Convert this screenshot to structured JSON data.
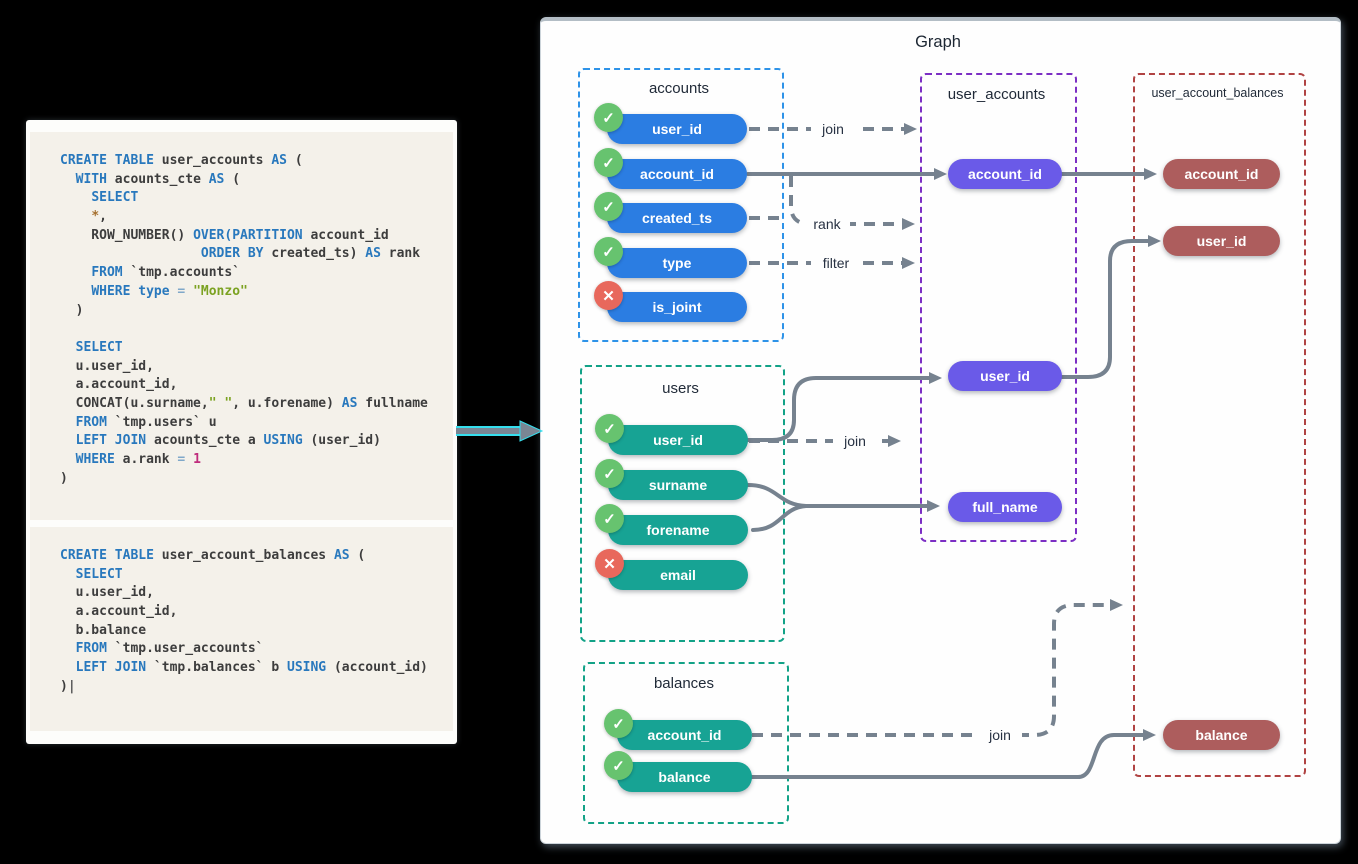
{
  "graph": {
    "title": "Graph",
    "tables": [
      {
        "id": "accounts",
        "title": "accounts",
        "columns": [
          {
            "label": "user_id",
            "status": "included"
          },
          {
            "label": "account_id",
            "status": "included"
          },
          {
            "label": "created_ts",
            "status": "included"
          },
          {
            "label": "type",
            "status": "included"
          },
          {
            "label": "is_joint",
            "status": "excluded"
          }
        ]
      },
      {
        "id": "users",
        "title": "users",
        "columns": [
          {
            "label": "user_id",
            "status": "included"
          },
          {
            "label": "surname",
            "status": "included"
          },
          {
            "label": "forename",
            "status": "included"
          },
          {
            "label": "email",
            "status": "excluded"
          }
        ]
      },
      {
        "id": "balances",
        "title": "balances",
        "columns": [
          {
            "label": "account_id",
            "status": "included"
          },
          {
            "label": "balance",
            "status": "included"
          }
        ]
      },
      {
        "id": "user_accounts",
        "title": "user_accounts",
        "columns": [
          {
            "label": "account_id"
          },
          {
            "label": "user_id"
          },
          {
            "label": "full_name"
          }
        ]
      },
      {
        "id": "user_account_balances",
        "title": "user_account_balances",
        "columns": [
          {
            "label": "account_id"
          },
          {
            "label": "user_id"
          },
          {
            "label": "balance"
          }
        ]
      }
    ],
    "edges": [
      {
        "from": "accounts.user_id",
        "to": "user_accounts",
        "label": "join",
        "style": "dashed"
      },
      {
        "from": "accounts.account_id",
        "to": "user_accounts.account_id",
        "style": "solid"
      },
      {
        "from": "accounts.created_ts",
        "to": "user_accounts",
        "label": "rank",
        "style": "dashed"
      },
      {
        "from": "accounts.type",
        "to": "user_accounts",
        "label": "filter",
        "style": "dashed"
      },
      {
        "from": "users.user_id",
        "to": "user_accounts.user_id",
        "style": "solid"
      },
      {
        "from": "users.user_id",
        "to": "user_accounts",
        "label": "join",
        "style": "dashed"
      },
      {
        "from": "users.surname",
        "to": "user_accounts.full_name",
        "style": "solid"
      },
      {
        "from": "users.forename",
        "to": "user_accounts.full_name",
        "style": "solid"
      },
      {
        "from": "user_accounts.account_id",
        "to": "user_account_balances.account_id",
        "style": "solid"
      },
      {
        "from": "user_accounts.user_id",
        "to": "user_account_balances.user_id",
        "style": "solid"
      },
      {
        "from": "balances.account_id",
        "to": "user_account_balances",
        "label": "join",
        "style": "dashed"
      },
      {
        "from": "balances.balance",
        "to": "user_account_balances.balance",
        "style": "solid"
      }
    ],
    "colors": {
      "accounts_border": "#2e93e8",
      "accounts_pill": "#2b7de2",
      "users_border": "#12a287",
      "users_pill": "#17a394",
      "purple_border": "#7c2fc4",
      "purple_pill": "#6a5ae8",
      "maroon_border": "#b04343",
      "maroon_pill": "#ad5d5d",
      "included_badge": "#67c36f",
      "excluded_badge": "#e8685c",
      "connector": "#76828f"
    },
    "status_icons": {
      "included": "check-icon",
      "excluded": "cross-icon"
    },
    "status_glyphs": {
      "included": "✓",
      "excluded": "✕"
    }
  },
  "sql": {
    "blocks": [
      {
        "lines": [
          [
            {
              "c": "kw",
              "t": "CREATE TABLE "
            },
            {
              "c": "id",
              "t": "user_accounts "
            },
            {
              "c": "kw",
              "t": "AS "
            },
            {
              "c": "id",
              "t": "("
            }
          ],
          [
            {
              "c": "id",
              "t": "  "
            },
            {
              "c": "kw",
              "t": "WITH "
            },
            {
              "c": "id",
              "t": "acounts_cte "
            },
            {
              "c": "kw",
              "t": "AS "
            },
            {
              "c": "id",
              "t": "("
            }
          ],
          [
            {
              "c": "id",
              "t": "    "
            },
            {
              "c": "kw",
              "t": "SELECT"
            }
          ],
          [
            {
              "c": "id",
              "t": "    "
            },
            {
              "c": "star",
              "t": "*"
            },
            {
              "c": "id",
              "t": ","
            }
          ],
          [
            {
              "c": "id",
              "t": "    ROW_NUMBER() "
            },
            {
              "c": "kw",
              "t": "OVER(PARTITION "
            },
            {
              "c": "id",
              "t": "account_id"
            }
          ],
          [
            {
              "c": "id",
              "t": "                  "
            },
            {
              "c": "kw",
              "t": "ORDER BY "
            },
            {
              "c": "id",
              "t": "created_ts) "
            },
            {
              "c": "kw",
              "t": "AS "
            },
            {
              "c": "id",
              "t": "rank"
            }
          ],
          [
            {
              "c": "id",
              "t": "    "
            },
            {
              "c": "kw",
              "t": "FROM "
            },
            {
              "c": "id",
              "t": "`tmp.accounts`"
            }
          ],
          [
            {
              "c": "id",
              "t": "    "
            },
            {
              "c": "kw",
              "t": "WHERE type "
            },
            {
              "c": "op",
              "t": "= "
            },
            {
              "c": "str",
              "t": "\"Monzo\""
            }
          ],
          [
            {
              "c": "id",
              "t": "  )"
            }
          ],
          [],
          [
            {
              "c": "id",
              "t": "  "
            },
            {
              "c": "kw",
              "t": "SELECT"
            }
          ],
          [
            {
              "c": "id",
              "t": "  u.user_id,"
            }
          ],
          [
            {
              "c": "id",
              "t": "  a.account_id,"
            }
          ],
          [
            {
              "c": "id",
              "t": "  CONCAT(u.surname,"
            },
            {
              "c": "str",
              "t": "\" \""
            },
            {
              "c": "id",
              "t": ", u.forename) "
            },
            {
              "c": "kw",
              "t": "AS "
            },
            {
              "c": "id",
              "t": "fullname"
            }
          ],
          [
            {
              "c": "id",
              "t": "  "
            },
            {
              "c": "kw",
              "t": "FROM "
            },
            {
              "c": "id",
              "t": "`tmp.users` u"
            }
          ],
          [
            {
              "c": "id",
              "t": "  "
            },
            {
              "c": "kw",
              "t": "LEFT JOIN "
            },
            {
              "c": "id",
              "t": "acounts_cte a "
            },
            {
              "c": "kw",
              "t": "USING "
            },
            {
              "c": "id",
              "t": "(user_id)"
            }
          ],
          [
            {
              "c": "id",
              "t": "  "
            },
            {
              "c": "kw",
              "t": "WHERE "
            },
            {
              "c": "id",
              "t": "a.rank "
            },
            {
              "c": "op",
              "t": "= "
            },
            {
              "c": "num",
              "t": "1"
            }
          ],
          [
            {
              "c": "id",
              "t": ")"
            }
          ]
        ]
      },
      {
        "lines": [
          [
            {
              "c": "kw",
              "t": "CREATE TABLE "
            },
            {
              "c": "id",
              "t": "user_account_balances "
            },
            {
              "c": "kw",
              "t": "AS "
            },
            {
              "c": "id",
              "t": "("
            }
          ],
          [
            {
              "c": "id",
              "t": "  "
            },
            {
              "c": "kw",
              "t": "SELECT"
            }
          ],
          [
            {
              "c": "id",
              "t": "  u.user_id,"
            }
          ],
          [
            {
              "c": "id",
              "t": "  a.account_id,"
            }
          ],
          [
            {
              "c": "id",
              "t": "  b.balance"
            }
          ],
          [
            {
              "c": "id",
              "t": "  "
            },
            {
              "c": "kw",
              "t": "FROM "
            },
            {
              "c": "id",
              "t": "`tmp.user_accounts`"
            }
          ],
          [
            {
              "c": "id",
              "t": "  "
            },
            {
              "c": "kw",
              "t": "LEFT JOIN "
            },
            {
              "c": "id",
              "t": "`tmp.balances` b "
            },
            {
              "c": "kw",
              "t": "USING "
            },
            {
              "c": "id",
              "t": "(account_id)"
            }
          ],
          [
            {
              "c": "id",
              "t": ")"
            },
            {
              "c": "cur",
              "t": "|"
            }
          ]
        ]
      }
    ]
  }
}
